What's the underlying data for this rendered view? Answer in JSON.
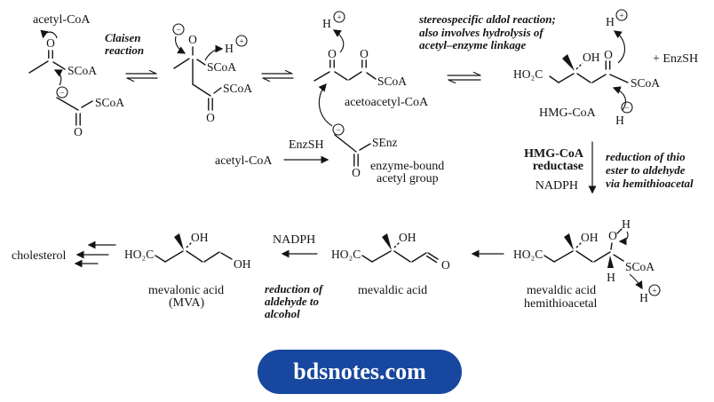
{
  "colors": {
    "ink": "#141414",
    "badge_bg": "#17479e",
    "badge_fg": "#ffffff"
  },
  "symbols": {
    "plus": "+",
    "minus": "−",
    "O": "O",
    "H": "H",
    "OH": "OH",
    "HO2C": "HO₂C",
    "SCoA": "SCoA",
    "SEnz": "SEnz"
  },
  "step1": {
    "reactant_label": "acetyl-CoA",
    "reaction_name_lines": [
      "Claisen",
      "reaction"
    ]
  },
  "step2": {
    "product_label": "acetoacetyl-CoA"
  },
  "step3": {
    "note_lines": [
      "stereospecific aldol reaction;",
      "also involves hydrolysis of",
      "acetyl–enzyme linkage"
    ],
    "product_label": "HMG-CoA",
    "byproduct": "+  EnzSH"
  },
  "enzyme_step": {
    "reagent": "EnzSH",
    "substrate_label": "acetyl-CoA",
    "product_lines": [
      "enzyme-bound",
      "acetyl group"
    ]
  },
  "reduction1": {
    "enzyme_lines": [
      "HMG-CoA",
      "reductase"
    ],
    "cofactor": "NADPH",
    "note_lines": [
      "reduction of thio",
      "ester to aldehyde",
      "via hemithioacetal"
    ]
  },
  "bottom": {
    "cholesterol": "cholesterol",
    "mva_label_lines": [
      "mevalonic acid",
      "(MVA)"
    ],
    "nadph": "NADPH",
    "reduction2_note_lines": [
      "reduction of",
      "aldehyde to",
      "alcohol"
    ],
    "mevaldic_label": "mevaldic acid",
    "hemithioacetal_label_lines": [
      "mevaldic acid",
      "hemithioacetal"
    ]
  },
  "badge": {
    "label": "bdsnotes.com"
  }
}
